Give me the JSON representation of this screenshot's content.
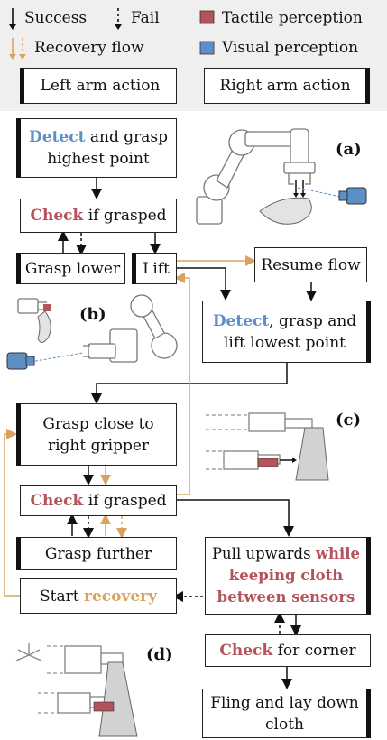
{
  "legend": {
    "success": "Success",
    "fail": "Fail",
    "recovery": "Recovery flow",
    "tactile": "Tactile perception",
    "visual": "Visual perception",
    "left_arm": "Left arm action",
    "right_arm": "Right arm action"
  },
  "nodes": {
    "detect_grasp_a": "Detect",
    "detect_grasp_b": "and grasp",
    "detect_grasp_c": "highest point",
    "check1_a": "Check",
    "check1_b": "if grasped",
    "grasp_lower": "Grasp lower",
    "lift": "Lift",
    "resume": "Resume flow",
    "detect2_a": "Detect",
    "detect2_b": ", grasp and",
    "detect2_c": "lift lowest point",
    "grasp_close_a": "Grasp close to",
    "grasp_close_b": "right gripper",
    "check2_a": "Check",
    "check2_b": "if grasped",
    "grasp_further": "Grasp further",
    "start_a": "Start",
    "start_b": "recovery",
    "pull_a": "Pull upwards",
    "pull_b": "while",
    "pull_c": "keeping cloth",
    "pull_d": "between sensors",
    "check3_a": "Check",
    "check3_b": "for corner",
    "fling_a": "Fling and lay down",
    "fling_b": "cloth"
  },
  "panels": {
    "a": "(a)",
    "b": "(b)",
    "c": "(c)",
    "d": "(d)"
  },
  "colors": {
    "success": "#111111",
    "recovery": "#d9a35e",
    "tactile": "#b5535c",
    "visual": "#5d8fc6"
  }
}
